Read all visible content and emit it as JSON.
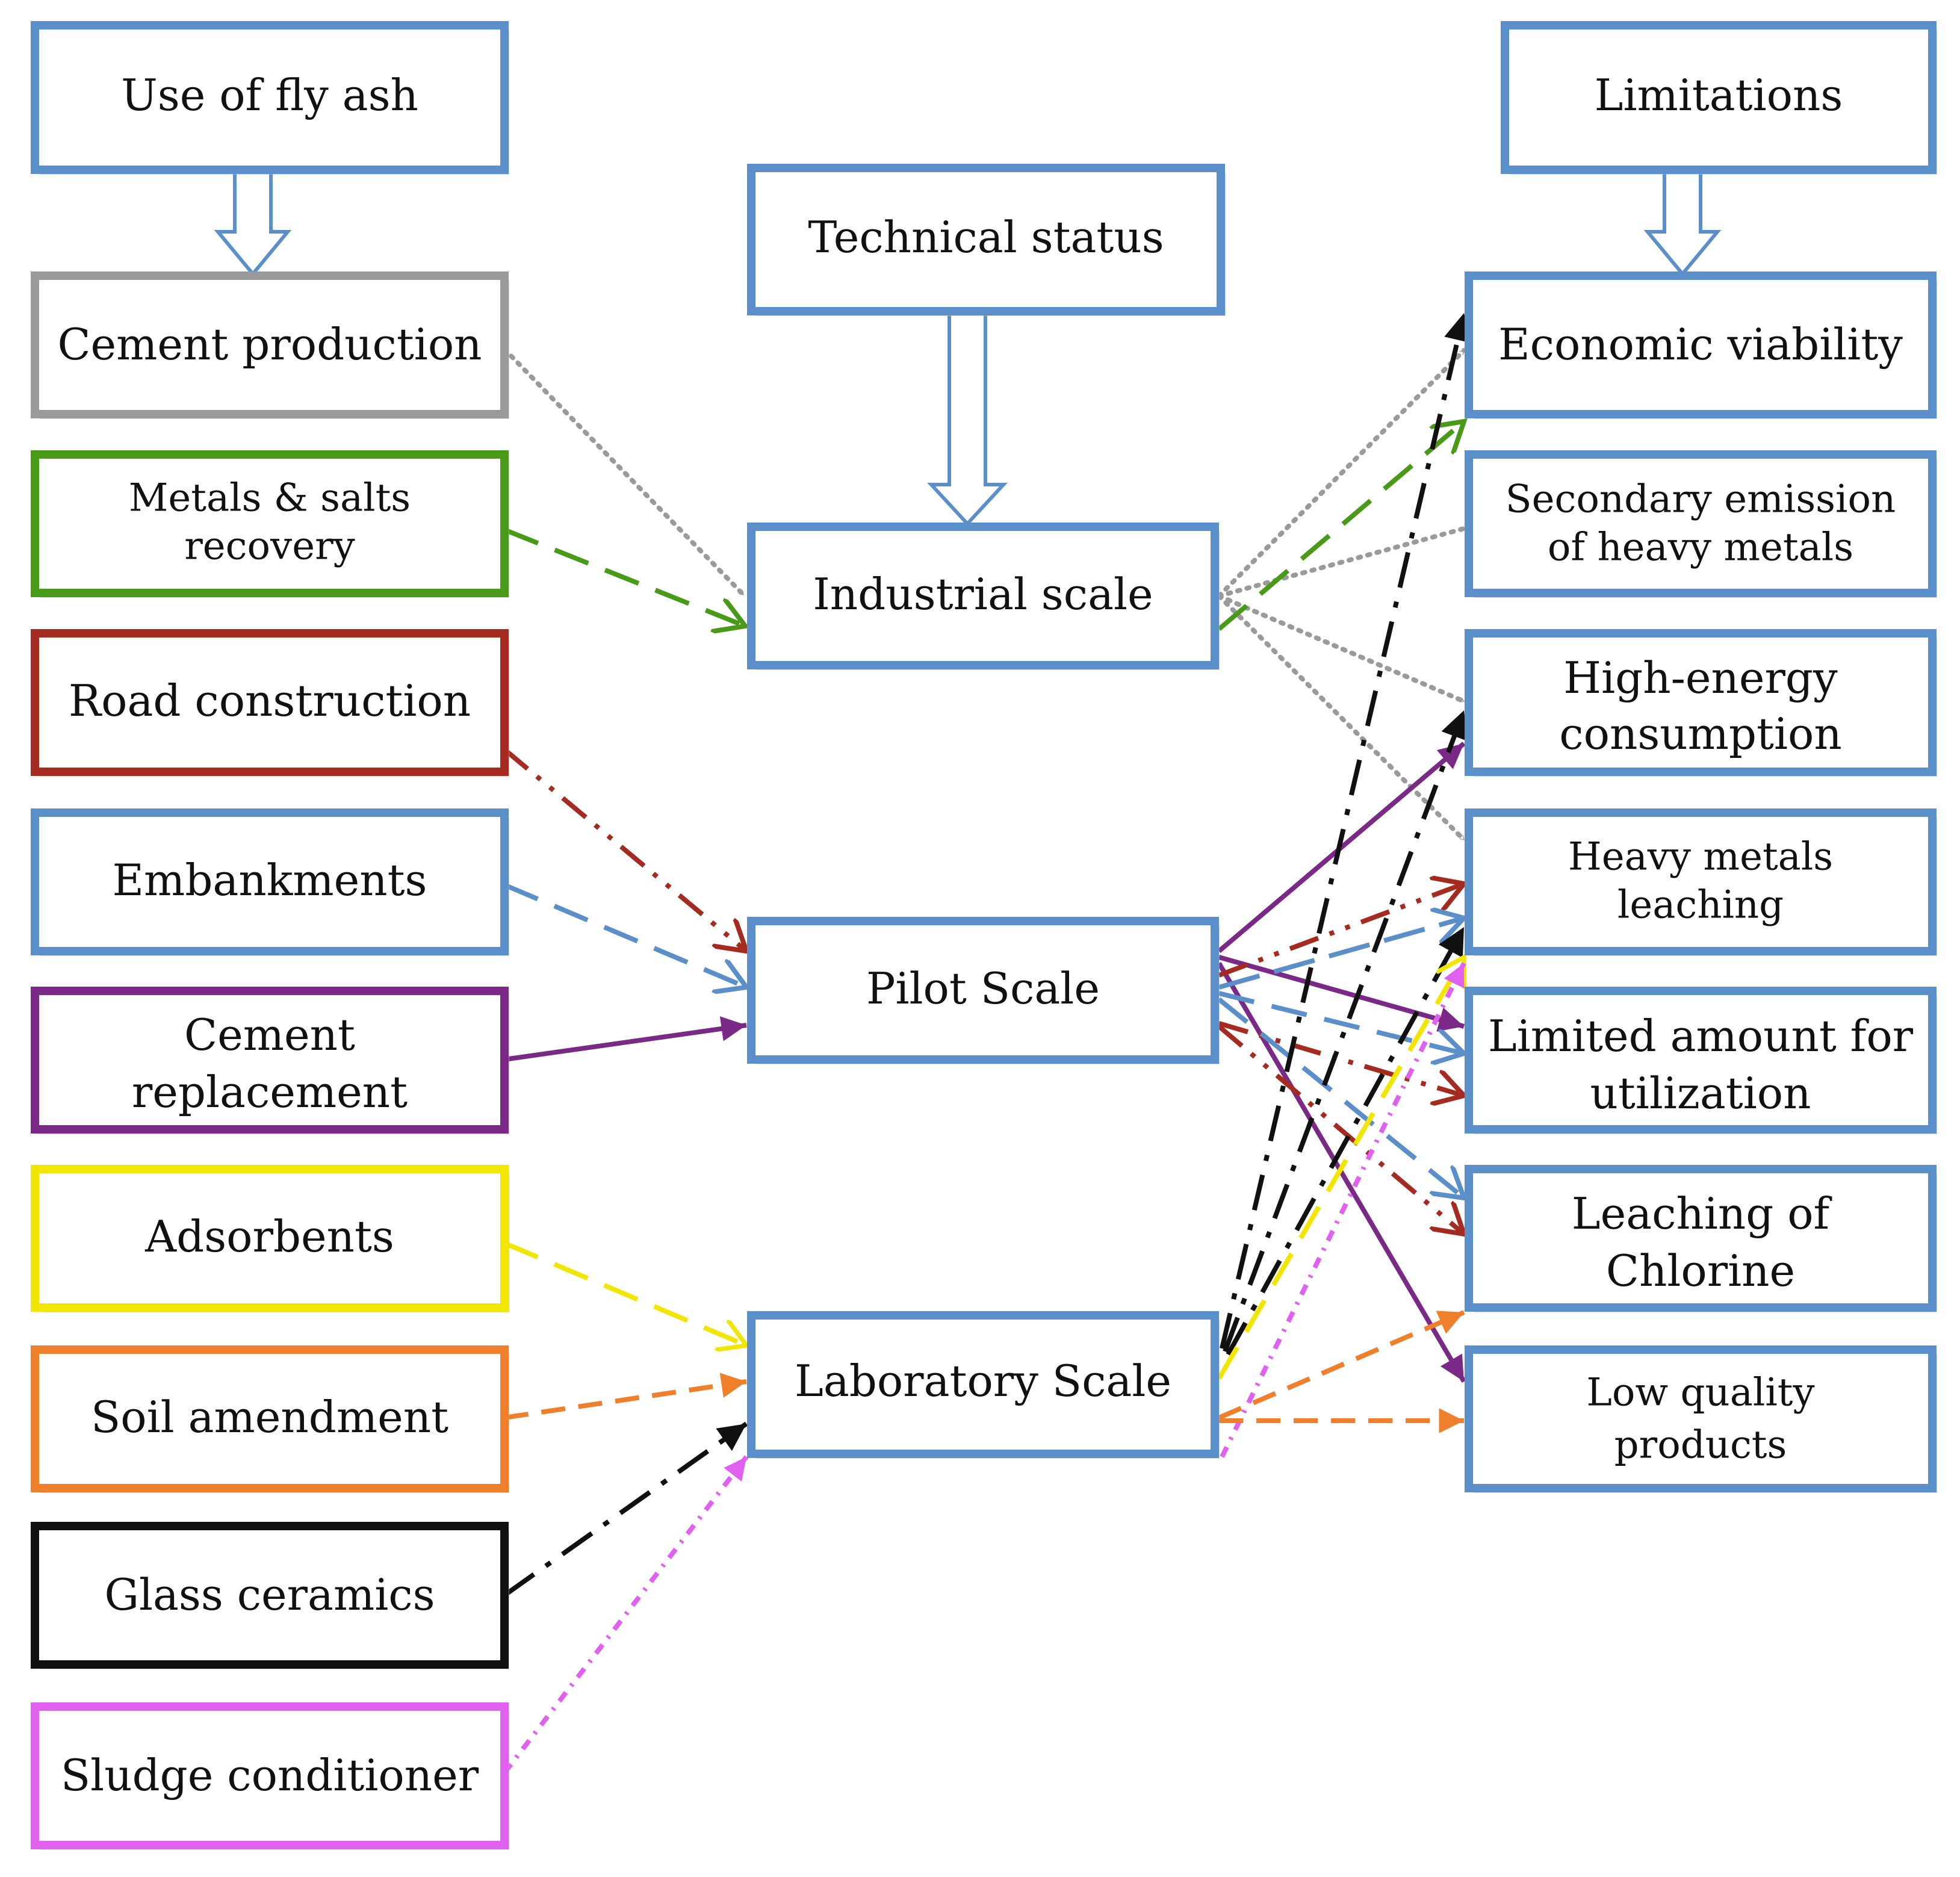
{
  "colors": {
    "blue": "#5b8fc9",
    "gray": "#9a9a9a",
    "green": "#4a9a1a",
    "dark_red": "#a52a20",
    "purple": "#7a2a86",
    "yellow": "#f2e600",
    "orange": "#ef7f2a",
    "black": "#111111",
    "magenta": "#e060f0"
  },
  "headers": {
    "uses": "Use of fly ash",
    "status": "Technical status",
    "limits": "Limitations"
  },
  "uses": {
    "cement_production": "Cement production",
    "metals_salts_1": "Metals & salts",
    "metals_salts_2": "recovery",
    "road_construction": "Road construction",
    "embankments": "Embankments",
    "cement_replacement_1": "Cement",
    "cement_replacement_2": "replacement",
    "adsorbents": "Adsorbents",
    "soil_amendment": "Soil amendment",
    "glass_ceramics": "Glass ceramics",
    "sludge_conditioner": "Sludge conditioner"
  },
  "status": {
    "industrial": "Industrial scale",
    "pilot": "Pilot Scale",
    "laboratory": "Laboratory Scale"
  },
  "limits": {
    "economic": "Economic viability",
    "secondary_1": "Secondary emission",
    "secondary_2": "of heavy metals",
    "energy_1": "High-energy",
    "energy_2": "consumption",
    "leaching_metals_1": "Heavy metals",
    "leaching_metals_2": "leaching",
    "limited_1": "Limited amount for",
    "limited_2": "utilization",
    "chlorine_1": "Leaching of",
    "chlorine_2": "Chlorine",
    "low_quality_1": "Low quality",
    "low_quality_2": "products"
  }
}
